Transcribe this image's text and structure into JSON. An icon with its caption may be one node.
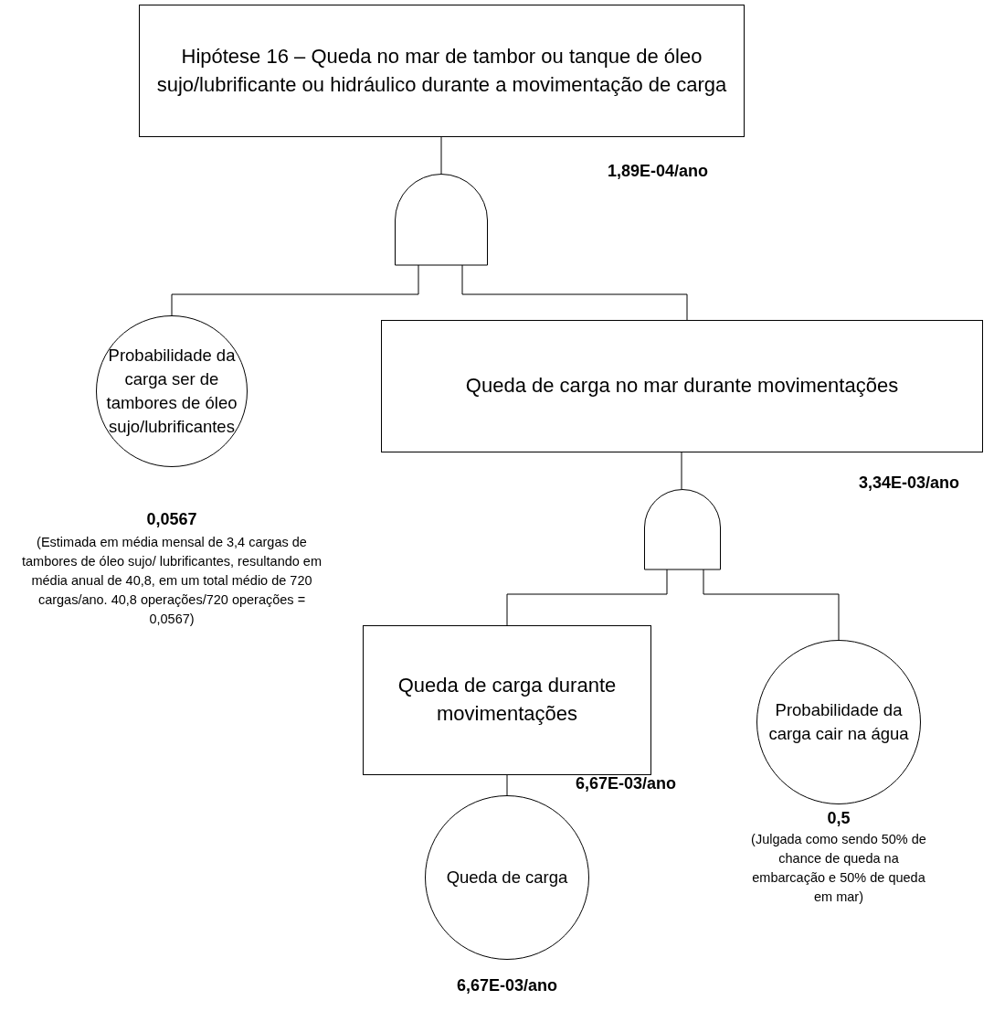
{
  "diagram": {
    "nodes": [
      {
        "text": [
          "Hipótese 16 – Queda no mar de tambor ou tanque de óleo sujo/lubrificante ou hidráulico durante a movimentação de carga"
        ],
        "beside": [
          "1,89E-04/ano"
        ]
      },
      {
        "text": [],
        "shape": "gate"
      },
      {
        "text": [
          "Probabilidade da carga ser de tambores de óleo sujo/lubrificantes"
        ],
        "beside": [
          "0,0567",
          "(Estimada em média mensal de 3,4 cargas de tambores de óleo sujo/ lubrificantes, resultando em média anual de 40,8, em um total médio de 720 cargas/ano. 40,8 operações/720 operações = 0,0567)"
        ]
      },
      {
        "text": [
          "Queda de carga no mar durante movimentações"
        ],
        "beside": [
          "3,34E-03/ano"
        ]
      },
      {
        "text": [],
        "shape": "gate"
      },
      {
        "text": [
          "Queda de carga durante movimentações"
        ],
        "beside": [
          "6,67E-03/ano"
        ]
      },
      {
        "text": [
          "Probabilidade da carga cair na água"
        ],
        "beside": [
          "0,5",
          "(Julgada como sendo 50% de chance de queda na embarcação e 50% de queda em mar)"
        ]
      },
      {
        "text": [
          "Queda de carga"
        ],
        "beside": [
          "6,67E-03/ano"
        ]
      }
    ],
    "edges": [
      {
        "from": 0,
        "to": 1,
        "arrow": "none"
      },
      {
        "from": 1,
        "to": 2,
        "arrow": "none"
      },
      {
        "from": 1,
        "to": 3,
        "arrow": "none"
      },
      {
        "from": 3,
        "to": 4,
        "arrow": "none"
      },
      {
        "from": 4,
        "to": 5,
        "arrow": "none"
      },
      {
        "from": 4,
        "to": 6,
        "arrow": "none"
      },
      {
        "from": 5,
        "to": 7,
        "arrow": "none"
      }
    ]
  }
}
